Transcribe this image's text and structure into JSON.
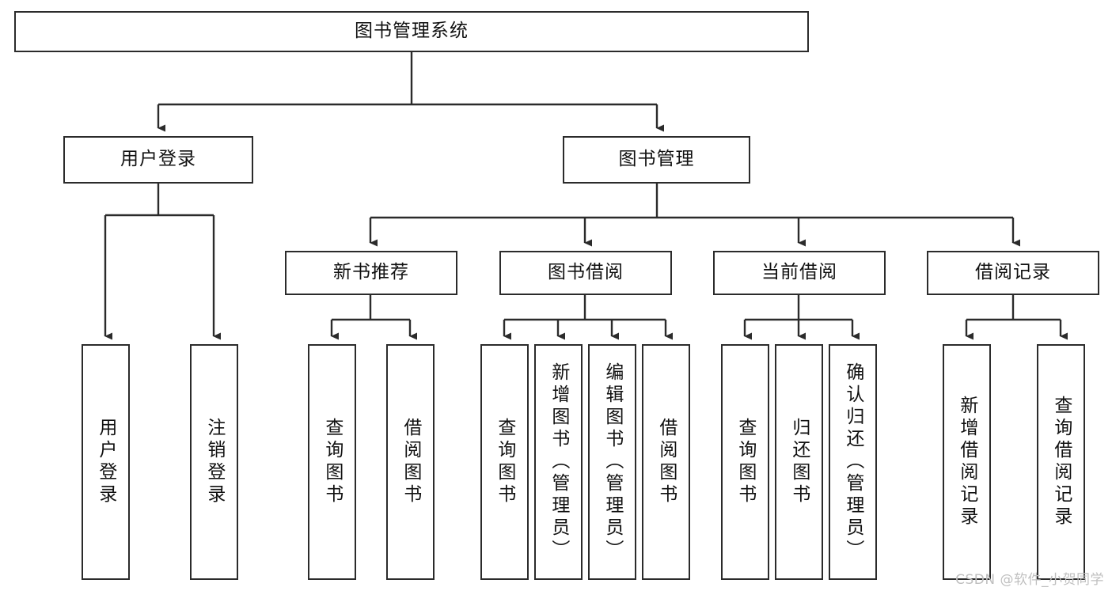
{
  "diagram": {
    "title": "图书管理系统",
    "type": "tree-hierarchy-flowchart",
    "orientation": "top-down",
    "line_color": "#2b2b2b",
    "box_fill": "#ffffff",
    "text_color": "#111111"
  },
  "nodes": {
    "root": {
      "label": "图书管理系统",
      "level": 1
    },
    "user_login": {
      "label": "用户登录",
      "level": 2
    },
    "book_manage": {
      "label": "图书管理",
      "level": 2
    },
    "new_book_rec": {
      "label": "新书推荐",
      "level": 3
    },
    "book_borrow": {
      "label": "图书借阅",
      "level": 3
    },
    "current_borrow": {
      "label": "当前借阅",
      "level": 3
    },
    "borrow_record": {
      "label": "借阅记录",
      "level": 3
    },
    "leaf_user_login": {
      "label": "用户登录",
      "level": 3
    },
    "leaf_logout": {
      "label": "注销登录",
      "level": 3
    },
    "leaf_query_book_a": {
      "label": "查询图书",
      "level": 4
    },
    "leaf_borrow_book_a": {
      "label": "借阅图书",
      "level": 4
    },
    "leaf_query_book_b": {
      "label": "查询图书",
      "level": 4
    },
    "leaf_add_book": {
      "label": "新增图书（管理员）",
      "level": 4
    },
    "leaf_edit_book": {
      "label": "编辑图书（管理员）",
      "level": 4
    },
    "leaf_borrow_book_b": {
      "label": "借阅图书",
      "level": 4
    },
    "leaf_query_book_c": {
      "label": "查询图书",
      "level": 4
    },
    "leaf_return_book": {
      "label": "归还图书",
      "level": 4
    },
    "leaf_confirm_return": {
      "label": "确认归还（管理员）",
      "level": 4
    },
    "leaf_add_record": {
      "label": "新增借阅记录",
      "level": 4
    },
    "leaf_query_record": {
      "label": "查询借阅记录",
      "level": 4
    }
  },
  "watermark": {
    "text": "CSDN @软件_小贺同学"
  }
}
